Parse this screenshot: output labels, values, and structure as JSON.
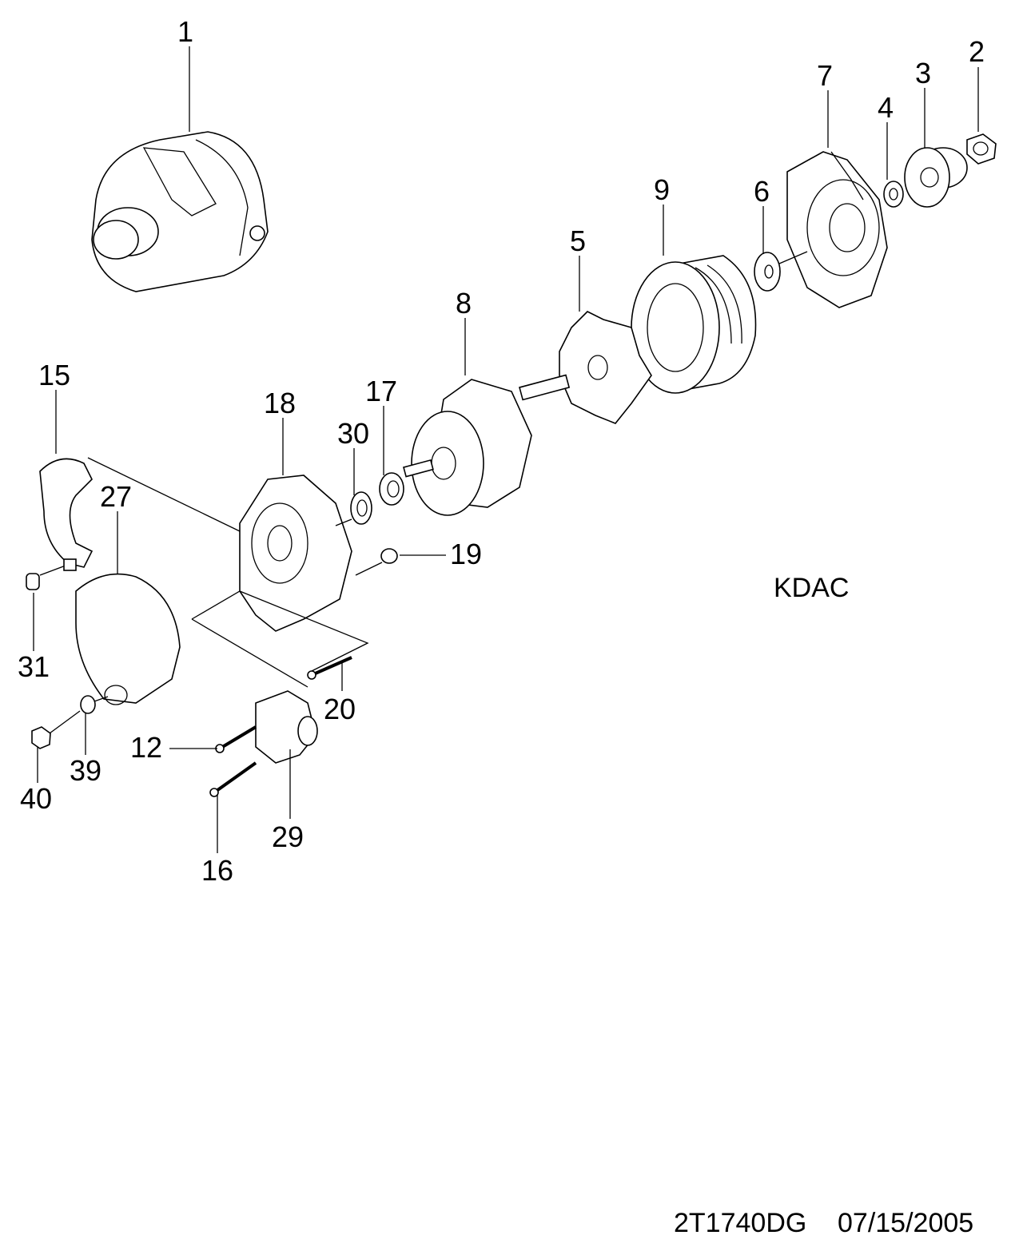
{
  "diagram": {
    "title_code": "KDAC",
    "footer": {
      "code": "2T1740DG",
      "date": "07/15/2005"
    },
    "callouts": [
      "1",
      "2",
      "3",
      "4",
      "5",
      "6",
      "7",
      "8",
      "9",
      "12",
      "15",
      "16",
      "17",
      "18",
      "19",
      "20",
      "27",
      "29",
      "30",
      "31",
      "39",
      "40"
    ]
  }
}
